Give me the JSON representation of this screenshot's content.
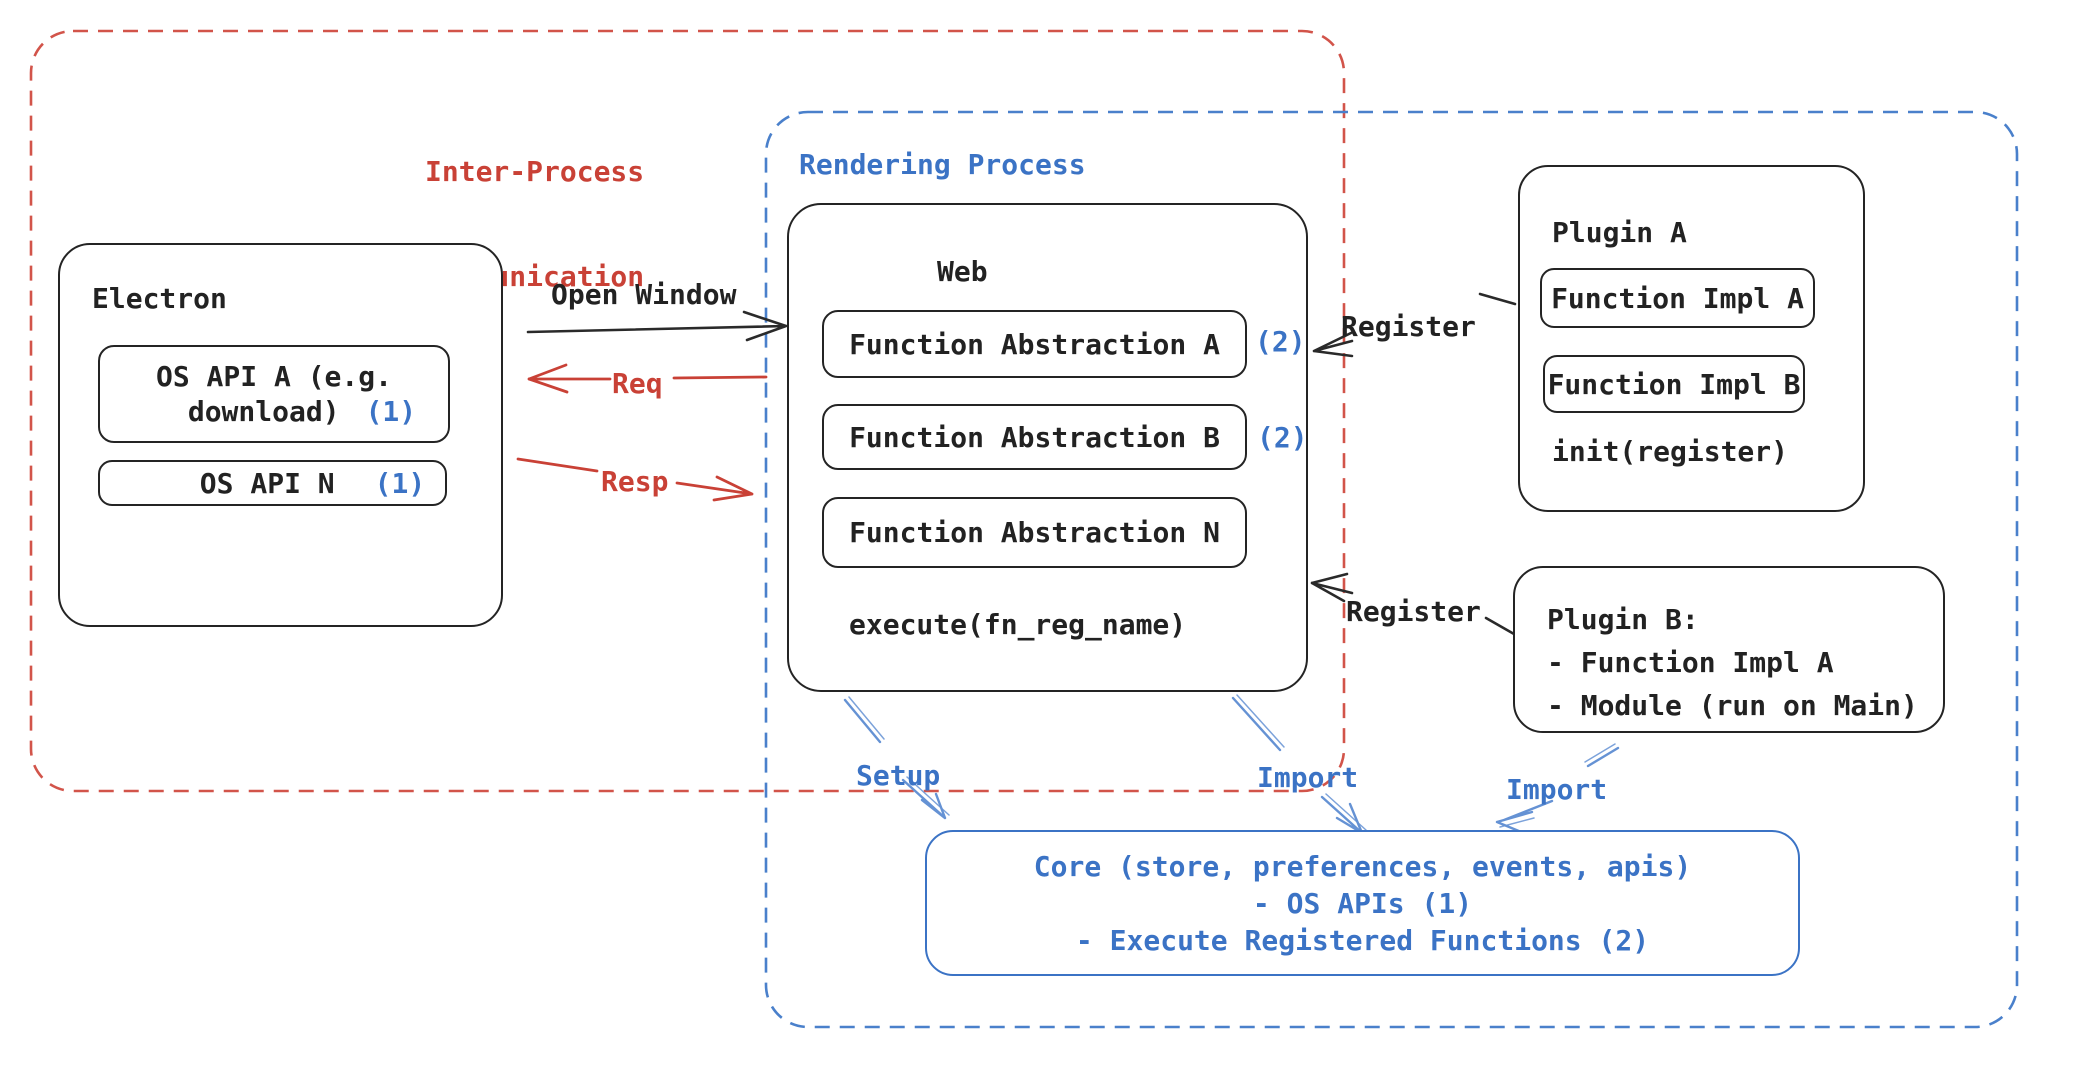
{
  "regions": {
    "ipc": {
      "label_line1": "Inter-Process",
      "label_line2": "Communication"
    },
    "rendering": {
      "label": "Rendering Process"
    }
  },
  "electron": {
    "title": "Electron",
    "os_api_a": {
      "line1": "OS API A (e.g.",
      "line2": "download)",
      "badge": "(1)"
    },
    "os_api_n": {
      "label": "OS API N",
      "badge": "(1)"
    }
  },
  "web": {
    "title": "Web",
    "items": [
      {
        "label": "Function Abstraction A",
        "badge": "(2)"
      },
      {
        "label": "Function Abstraction B",
        "badge": "(2)"
      },
      {
        "label": "Function Abstraction N",
        "badge": ""
      }
    ],
    "footer": "execute(fn_reg_name)"
  },
  "plugin_a": {
    "title": "Plugin A",
    "impl_a": "Function Impl A",
    "impl_b": "Function Impl B",
    "footer": "init(register)"
  },
  "plugin_b": {
    "line1": "Plugin B:",
    "line2": "- Function Impl A",
    "line3": "- Module (run on Main)"
  },
  "core": {
    "line1": "Core (store, preferences, events, apis)",
    "line2": "- OS APIs (1)",
    "line3": "- Execute Registered Functions (2)"
  },
  "labels": {
    "open_window": "Open Window",
    "req": "Req",
    "resp": "Resp",
    "register_plugin_a": "Register",
    "register_plugin_b": "Register",
    "setup": "Setup",
    "import_web": "Import",
    "import_plugin_b": "Import"
  },
  "colors": {
    "red": "#c94136",
    "red_dash": "#d2544a",
    "blue": "#3b73c5",
    "blue_dash": "#4a80cb",
    "blue_arrow": "#6592d4",
    "ink": "#222222"
  }
}
